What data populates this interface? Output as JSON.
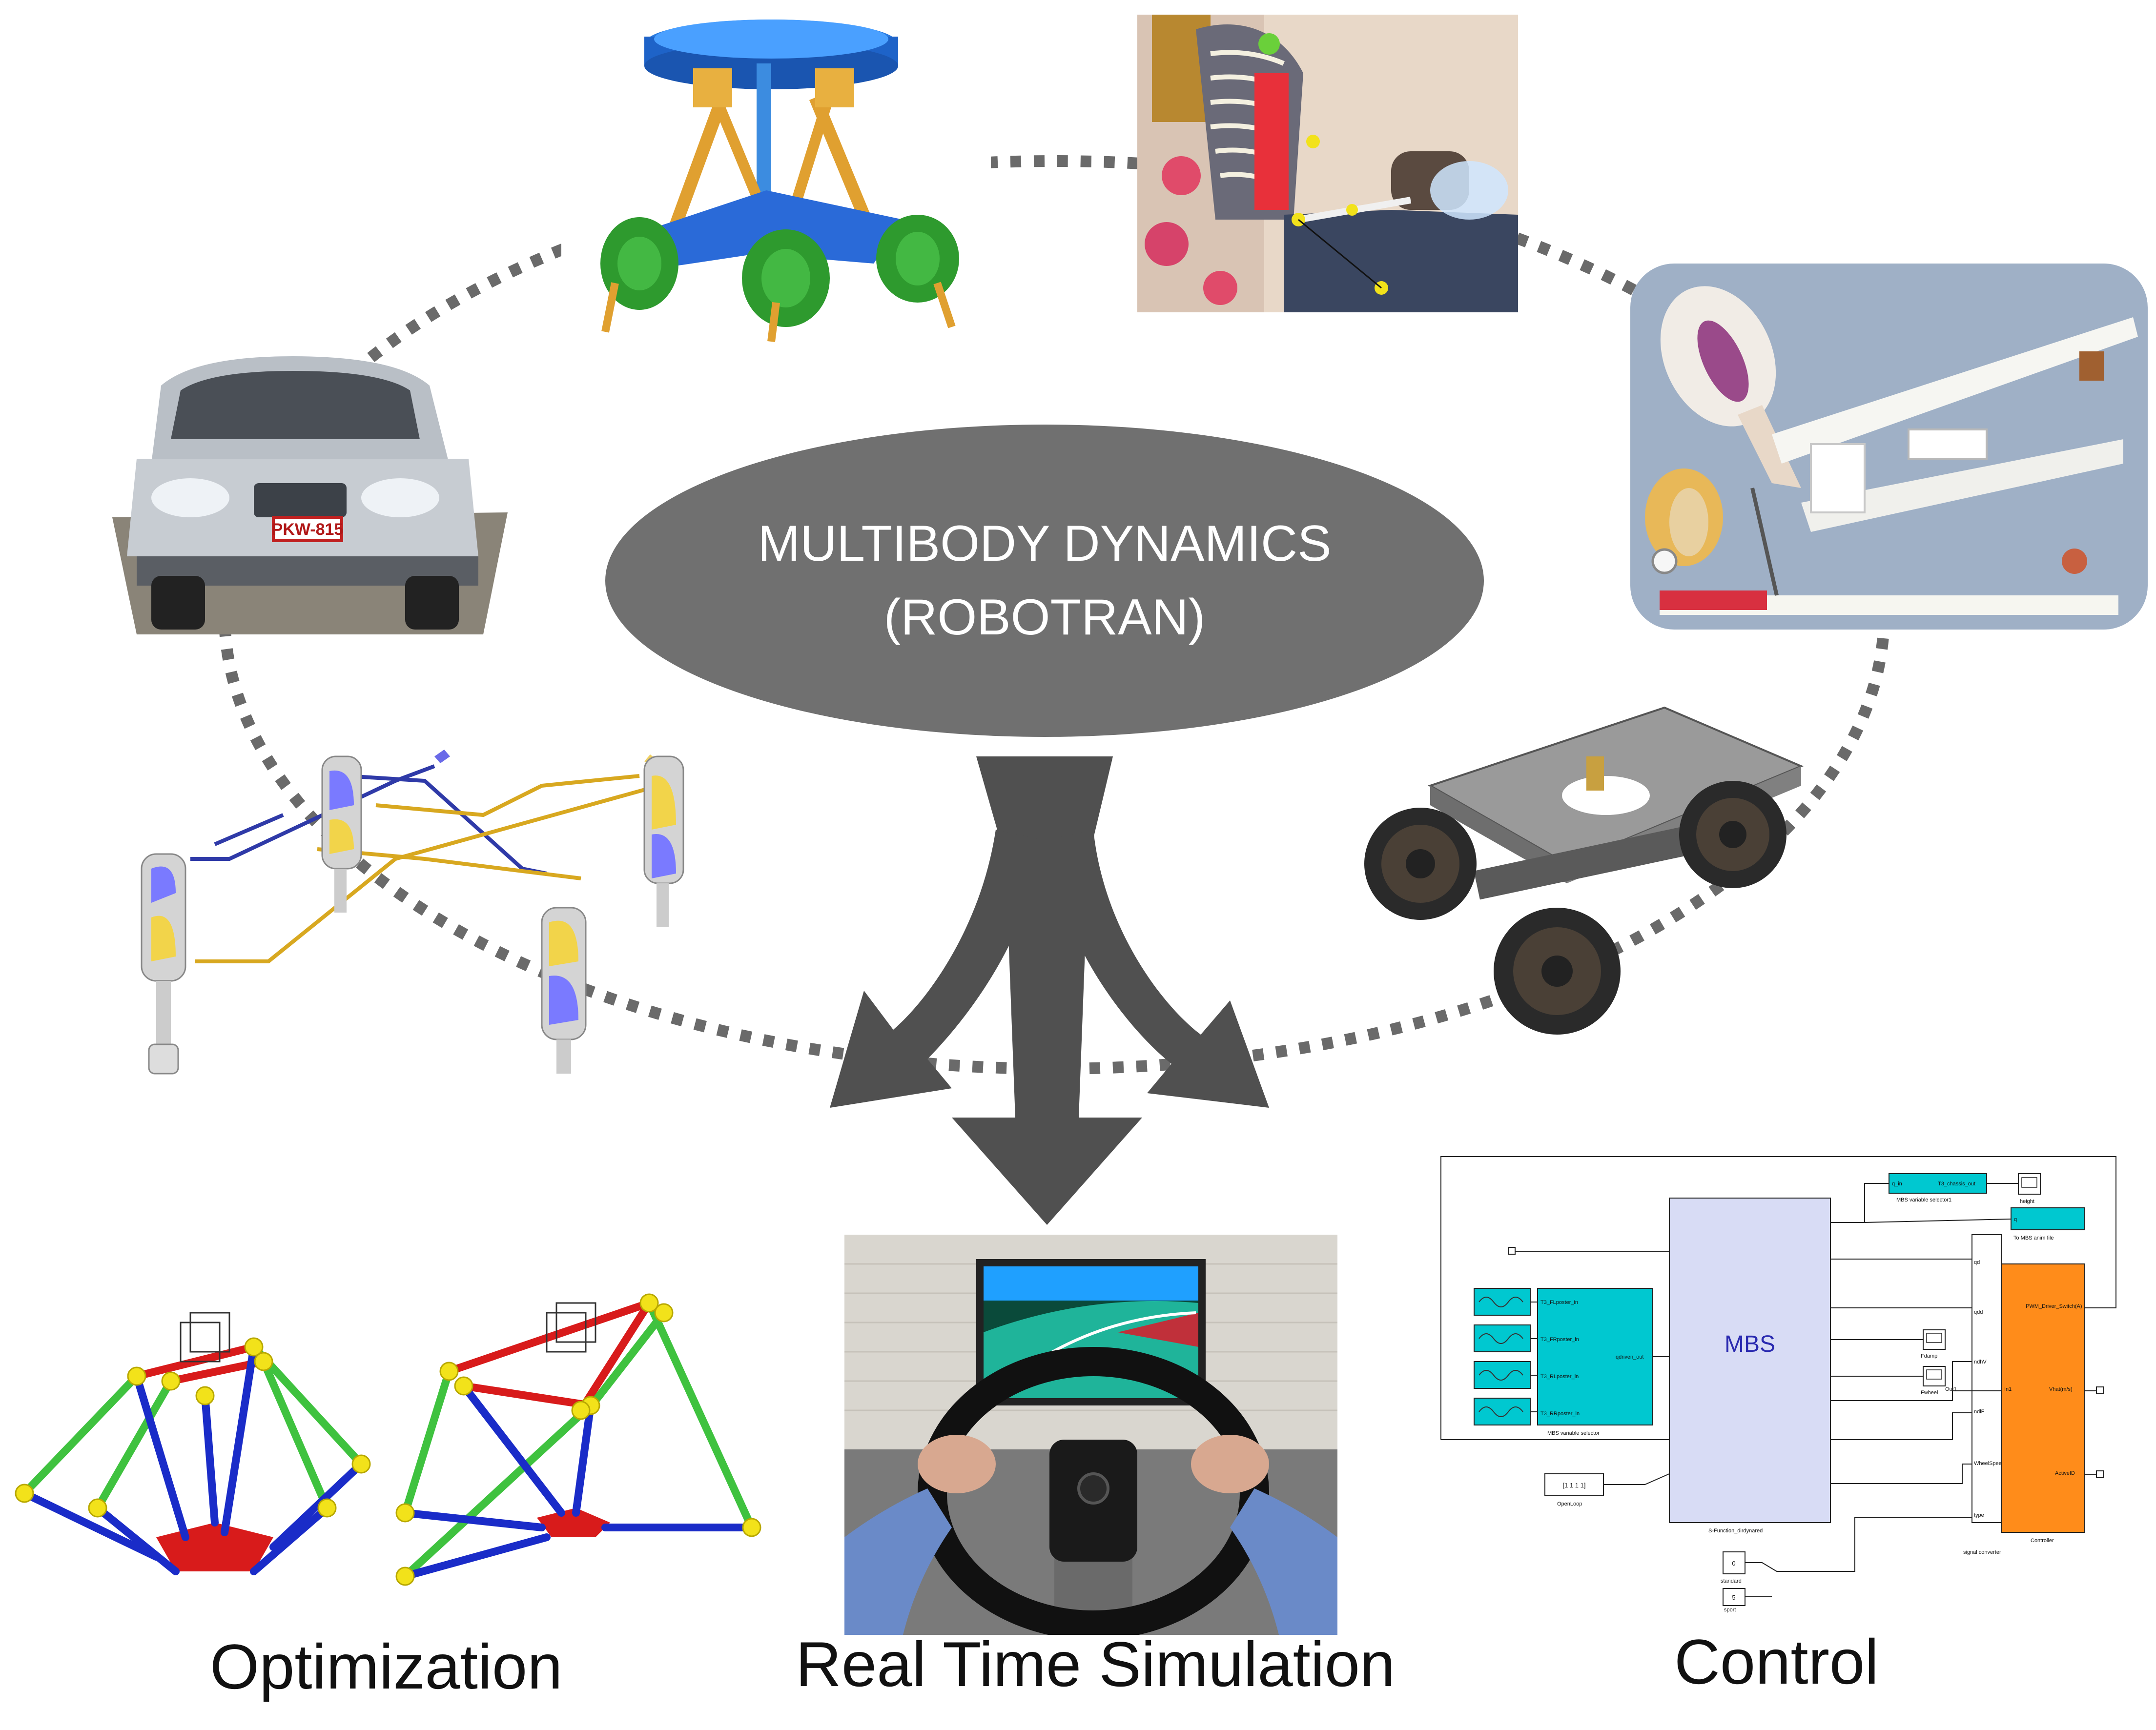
{
  "center": {
    "line1": "MULTIBODY DYNAMICS",
    "line2": "(ROBOTRAN)"
  },
  "captions": {
    "optimization": "Optimization",
    "real_time_simulation": "Real Time Simulation",
    "control": "Control"
  },
  "car": {
    "plate": "PKW-815"
  },
  "simulink": {
    "mbs_block": "MBS",
    "selector_caption": "MBS variable selector",
    "selector_ports": [
      "T3_FLposter_in",
      "T3_FRposter_in",
      "T3_RLposter_in",
      "T3_RRposter_in"
    ],
    "selector_out": "qdriven_out",
    "selector1_in": "q_in",
    "selector1_out": "T3_chassis_out",
    "selector1_caption": "MBS variable selector1",
    "height_label": "height",
    "anim_in": "q",
    "anim_caption": "To MBS anim file",
    "fdamp_label": "Fdamp",
    "fwheel_label": "Fwheel",
    "sfunction_caption": "S-Function_dirdynared",
    "openloop_value": "[1 1 1 1]",
    "openloop_caption": "OpenLoop",
    "standard_value": "0",
    "standard_caption": "standard",
    "sport_value": "5",
    "sport_caption": "sport",
    "converter_ports": [
      "qd",
      "qdd",
      "ndhV",
      "ndlF",
      "WheelSpeed",
      "type"
    ],
    "converter_out": "Out1",
    "converter_caption": "signal converter",
    "controller_in": "In1",
    "controller_ports": [
      "PWM_Driver_Switch(A)",
      "Vhat(m/s)",
      "ActiveID"
    ],
    "controller_caption": "Controller"
  },
  "colors": {
    "ellipse": "#707070",
    "arrow": "#505050",
    "dotted_ring": "#6a6a6a",
    "mbs_block": "#d8dcf5",
    "selector_block": "#00c8d0",
    "controller_block": "#ff8c1a",
    "opt_red": "#d81b1b",
    "opt_green": "#3fc23f",
    "opt_blue": "#1a2cc8",
    "opt_joint": "#f2e21a"
  }
}
